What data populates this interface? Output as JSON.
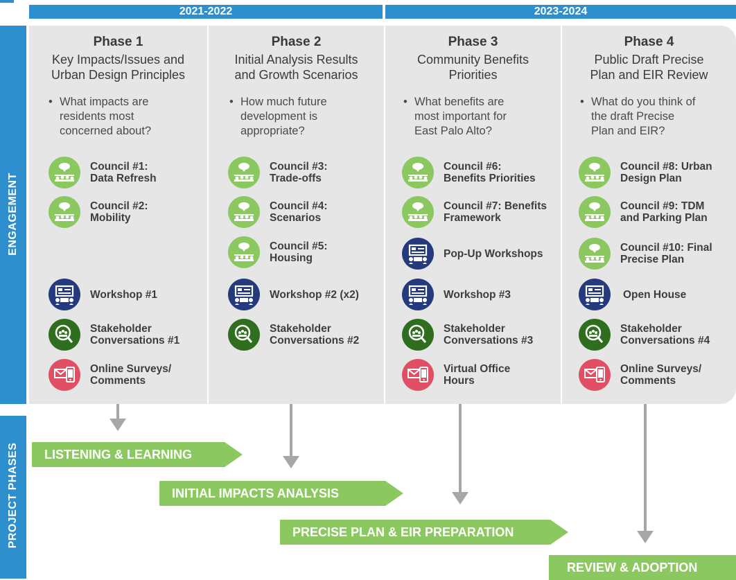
{
  "years": [
    "2021-2022",
    "2023-2024"
  ],
  "side_labels": {
    "engagement": "ENGAGEMENT",
    "project_phases": "PROJECT PHASES"
  },
  "colors": {
    "header_blue": "#2e8fcf",
    "council_green": "#8cc860",
    "workshop_navy": "#243a7d",
    "stakeholder_green": "#2f6e1f",
    "survey_red": "#e04f63",
    "panel_gray": "#e6e6e6",
    "arrow_gray": "#a7a7a7"
  },
  "phases": [
    {
      "title": "Phase 1",
      "subtitle_lines": [
        "Key Impacts/Issues and",
        "Urban Design Principles"
      ],
      "question_lines": [
        "What impacts are",
        "residents most",
        "concerned about?"
      ]
    },
    {
      "title": "Phase 2",
      "subtitle_lines": [
        "Initial Analysis Results",
        "and Growth Scenarios"
      ],
      "question_lines": [
        "How much future",
        "development is",
        "appropriate?"
      ]
    },
    {
      "title": "Phase 3",
      "subtitle_lines": [
        "Community Benefits",
        "Priorities"
      ],
      "question_lines": [
        "What benefits are",
        "most important for",
        "East Palo Alto?"
      ]
    },
    {
      "title": "Phase 4",
      "subtitle_lines": [
        "Public Draft Precise",
        "Plan and EIR Review"
      ],
      "question_lines": [
        "What do you think of",
        "the draft Precise",
        "Plan and EIR?"
      ]
    }
  ],
  "items": {
    "p1": [
      {
        "icon": "council-icon",
        "lines": [
          "Council #1:",
          "Data Refresh"
        ]
      },
      {
        "icon": "council-icon",
        "lines": [
          "Council #2:",
          "Mobility"
        ]
      },
      {
        "icon": "workshop-icon",
        "lines": [
          "Workshop #1"
        ]
      },
      {
        "icon": "stakeholder-icon",
        "lines": [
          "Stakeholder",
          "Conversations #1"
        ]
      },
      {
        "icon": "survey-icon",
        "lines": [
          "Online Surveys/",
          "Comments"
        ]
      }
    ],
    "p2": [
      {
        "icon": "council-icon",
        "lines": [
          "Council #3:",
          "Trade-offs"
        ]
      },
      {
        "icon": "council-icon",
        "lines": [
          "Council #4:",
          "Scenarios"
        ]
      },
      {
        "icon": "council-icon",
        "lines": [
          "Council #5:",
          "Housing"
        ]
      },
      {
        "icon": "workshop-icon",
        "lines": [
          "Workshop #2 (x2)"
        ]
      },
      {
        "icon": "stakeholder-icon",
        "lines": [
          "Stakeholder",
          "Conversations #2"
        ]
      }
    ],
    "p3": [
      {
        "icon": "council-icon",
        "lines": [
          "Council #6:",
          "Benefits Priorities"
        ]
      },
      {
        "icon": "council-icon",
        "lines": [
          "Council #7: Benefits",
          "Framework"
        ]
      },
      {
        "icon": "workshop-icon",
        "lines": [
          "Pop-Up Workshops"
        ]
      },
      {
        "icon": "workshop-icon",
        "lines": [
          "Workshop #3"
        ]
      },
      {
        "icon": "stakeholder-icon",
        "lines": [
          "Stakeholder",
          "Conversations #3"
        ]
      },
      {
        "icon": "survey-icon",
        "lines": [
          "Virtual Office",
          "Hours"
        ]
      }
    ],
    "p4": [
      {
        "icon": "council-icon",
        "lines": [
          "Council #8: Urban",
          "Design Plan"
        ]
      },
      {
        "icon": "council-icon",
        "lines": [
          "Council #9: TDM",
          "and Parking Plan"
        ]
      },
      {
        "icon": "council-icon",
        "lines": [
          "Council #10: Final",
          "Precise Plan"
        ]
      },
      {
        "icon": "workshop-icon",
        "lines": [
          "Open House"
        ]
      },
      {
        "icon": "stakeholder-icon",
        "lines": [
          "Stakeholder",
          "Conversations #4"
        ]
      },
      {
        "icon": "survey-icon",
        "lines": [
          "Online Surveys/",
          "Comments"
        ]
      }
    ]
  },
  "project_phases": [
    "LISTENING & LEARNING",
    "INITIAL IMPACTS ANALYSIS",
    "PRECISE PLAN & EIR PREPARATION",
    "REVIEW & ADOPTION"
  ]
}
